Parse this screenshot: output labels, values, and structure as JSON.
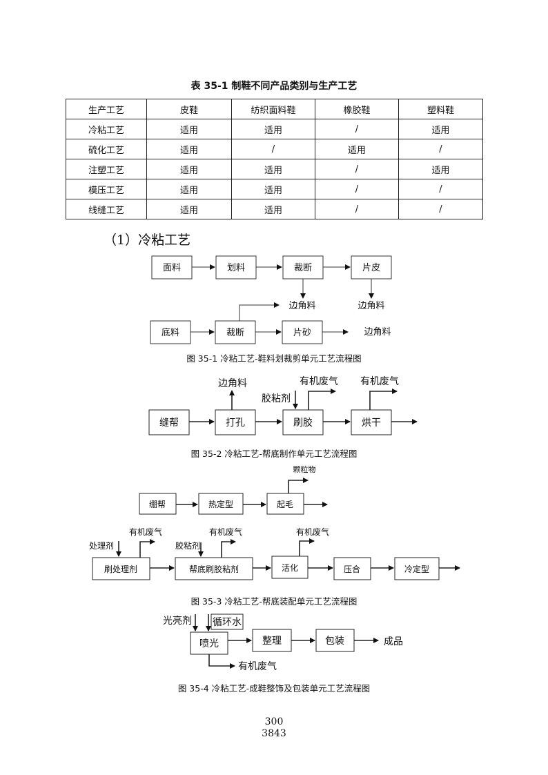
{
  "table": {
    "title": "表 35-1   制鞋不同产品类别与生产工艺",
    "headers": [
      "生产工艺",
      "皮鞋",
      "纺织面料鞋",
      "橡胶鞋",
      "塑料鞋"
    ],
    "rows": [
      [
        "冷粘工艺",
        "适用",
        "适用",
        "/",
        "适用"
      ],
      [
        "硫化工艺",
        "适用",
        "/",
        "适用",
        "/"
      ],
      [
        "注塑工艺",
        "适用",
        "适用",
        "/",
        "适用"
      ],
      [
        "模压工艺",
        "适用",
        "适用",
        "/",
        "/"
      ],
      [
        "线缝工艺",
        "适用",
        "适用",
        "/",
        "/"
      ]
    ]
  },
  "section_heading": "（1）冷粘工艺",
  "fig1": {
    "caption": "图 35-1   冷粘工艺-鞋料划裁剪单元工艺流程图",
    "box_mianliao": "面料",
    "box_hualiao": "划料",
    "box_caiduan1": "裁断",
    "box_pianpi": "片皮",
    "out_bianjiao1": "边角料",
    "out_bianjiao2": "边角料",
    "box_diliao": "底料",
    "box_caiduan2": "裁断",
    "box_pianshao": "片砂",
    "out_bianjiao3": "边角料"
  },
  "fig2": {
    "caption": "图 35-2   冷粘工艺-帮底制作单元工艺流程图",
    "box_fengbang": "缝帮",
    "box_dakong": "打孔",
    "box_shuajiao": "刷胶",
    "box_honggan": "烘干",
    "out_bianjiao": "边角料",
    "in_jiaonianji": "胶粘剂",
    "out_gas1": "有机废气",
    "out_gas2": "有机废气"
  },
  "fig3": {
    "caption": "图 35-3   冷粘工艺-帮底装配单元工艺流程图",
    "box_bengbang": "绷帮",
    "box_redingxing": "热定型",
    "box_qimao": "起毛",
    "out_keliwu": "颗粒物",
    "in_chuliji": "处理剂",
    "out_gas1": "有机废气",
    "box_shuachuliji": "刷处理剂",
    "in_jiaonianji": "胶粘剂",
    "out_gas2": "有机废气",
    "box_bangdi": "帮底刷胶粘剂",
    "out_gas3": "有机废气",
    "box_huohua": "活化",
    "box_yahe": "压合",
    "box_lengdingxing": "冷定型"
  },
  "fig4": {
    "caption": "图 35-4   冷粘工艺-成鞋整饰及包装单元工艺流程图",
    "in_guangliangji": "光亮剂",
    "in_xunhuanshui": "循环水",
    "box_penguang": "喷光",
    "box_zhengli": "整理",
    "box_baozhuang": "包装",
    "out_chengpin": "成品",
    "out_gas": "有机废气"
  },
  "page_numbers": [
    "300",
    "3843"
  ]
}
